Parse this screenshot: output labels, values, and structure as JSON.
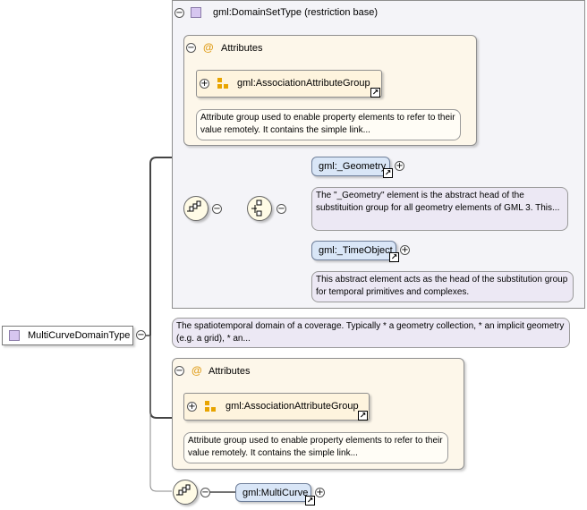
{
  "root": {
    "name": "MultiCurveDomainType"
  },
  "domain_set": {
    "header": "gml:DomainSetType (restriction base)",
    "attributes": {
      "label": "Attributes",
      "group_ref": "gml:AssociationAttributeGroup",
      "note": "Attribute group used to enable property elements to refer to their value remotely. It contains the simple link..."
    },
    "geometry": {
      "name": "gml:_Geometry",
      "note": "The \"_Geometry\" element is the abstract head of the substituition group for all geometry elements of GML 3. This..."
    },
    "time_object": {
      "name": "gml:_TimeObject",
      "note": "This abstract element acts as the head of the substitution group for temporal primitives and complexes."
    },
    "doc": "The spatiotemporal domain of a coverage. Typically * a geometry collection, * an implicit geometry (e.g. a grid), * an..."
  },
  "attributes": {
    "label": "Attributes",
    "group_ref": "gml:AssociationAttributeGroup",
    "note": "Attribute group used to enable property elements to refer to their value remotely. It contains the simple link..."
  },
  "multi_curve": {
    "name": "gml:MultiCurve"
  },
  "icons": {
    "complex_type": "purple-square-icon",
    "attribute": "at-sign-icon",
    "attribute_group": "attribute-group-icon",
    "sequence": "sequence-icon",
    "choice": "choice-icon",
    "reference": "reference-arrow-icon",
    "expand": "plus-icon",
    "collapse": "minus-icon"
  },
  "colors": {
    "element_fill": "#d9e6f7",
    "attribute_fill": "#fdf7ea",
    "complex_fill": "#f4f4f8",
    "doc_fill": "#ece8f4",
    "icon_orange": "#e8a400"
  }
}
